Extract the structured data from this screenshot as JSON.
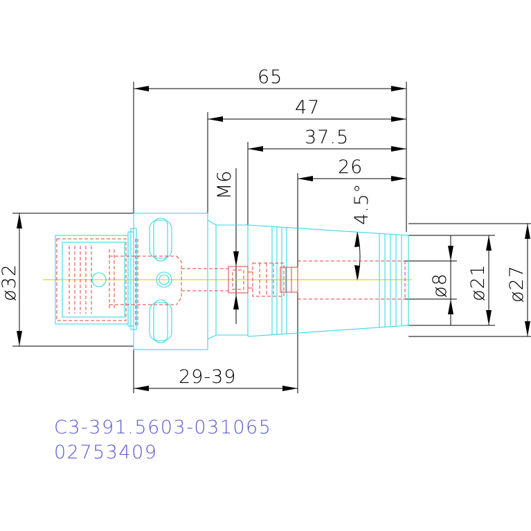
{
  "dimensions": {
    "d65": "65",
    "d47": "47",
    "d375": "37.5",
    "d26": "26",
    "m6": "M6",
    "angle": "4.5°",
    "dia32": "ø32",
    "dia8": "ø8",
    "dia21": "ø21",
    "dia27": "ø27",
    "range": "29-39"
  },
  "labels": {
    "part_number": "C3-391.5603-031065",
    "article_number": "02753409"
  },
  "colors": {
    "dimension": "#000000",
    "body_outline": "#33d8e6",
    "hidden_detail": "#e43d3d",
    "centerline": "#e8d400",
    "label_text": "#5a5ad8"
  }
}
